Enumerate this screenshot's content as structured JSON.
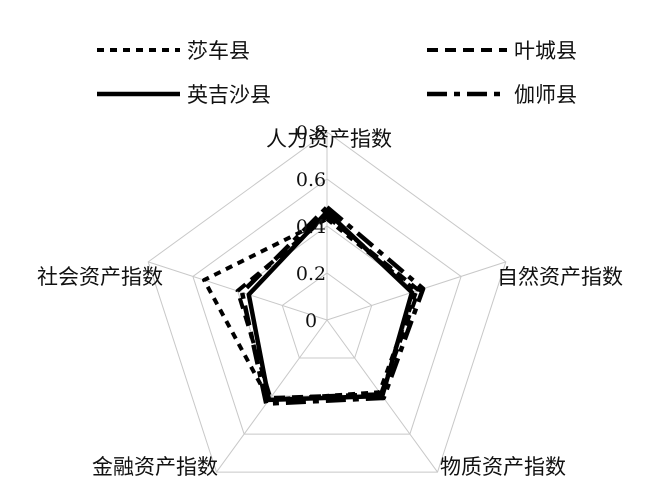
{
  "chart_data": {
    "type": "radar",
    "title": "",
    "axes": [
      "人力资产指数",
      "自然资产指数",
      "物质资产指数",
      "金融资产指数",
      "社会资产指数"
    ],
    "rlim": [
      0,
      0.8
    ],
    "ticks": [
      0,
      0.2,
      0.4,
      0.6,
      0.8
    ],
    "tick_labels": [
      "0",
      "0.2",
      "0.4",
      "0.6",
      "0.8"
    ],
    "grid": true,
    "legend_position": "top",
    "series": [
      {
        "name": "莎车县",
        "values": [
          0.43,
          0.4,
          0.38,
          0.42,
          0.55
        ],
        "style": "dotted",
        "color": "#000000"
      },
      {
        "name": "叶城县",
        "values": [
          0.44,
          0.41,
          0.39,
          0.41,
          0.4
        ],
        "style": "dashed",
        "color": "#000000"
      },
      {
        "name": "英吉沙县",
        "values": [
          0.46,
          0.38,
          0.4,
          0.42,
          0.35
        ],
        "style": "solid",
        "color": "#000000"
      },
      {
        "name": "伽师县",
        "values": [
          0.48,
          0.43,
          0.41,
          0.44,
          0.38
        ],
        "style": "dashdot",
        "color": "#000000"
      }
    ]
  }
}
